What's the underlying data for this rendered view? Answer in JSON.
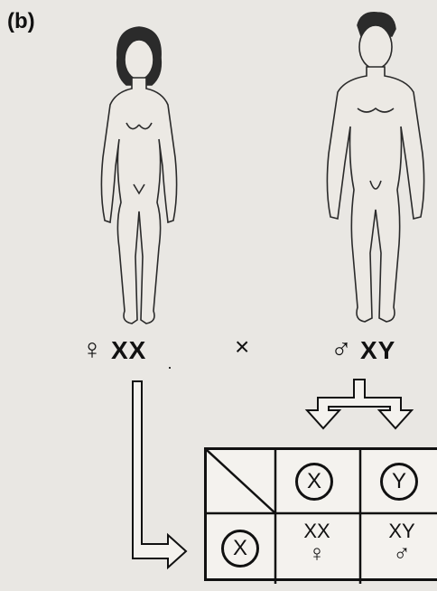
{
  "panel_label": "(b)",
  "female": {
    "symbol": "♀",
    "genotype": "XX"
  },
  "male": {
    "symbol": "♂",
    "genotype": "XY"
  },
  "cross_symbol": "×",
  "cross_dot": "·",
  "punnett": {
    "male_gametes": [
      "X",
      "Y"
    ],
    "female_gametes": [
      "X"
    ],
    "offspring": [
      {
        "genotype": "XX",
        "sex_symbol": "♀"
      },
      {
        "genotype": "XY",
        "sex_symbol": "♂"
      }
    ]
  }
}
